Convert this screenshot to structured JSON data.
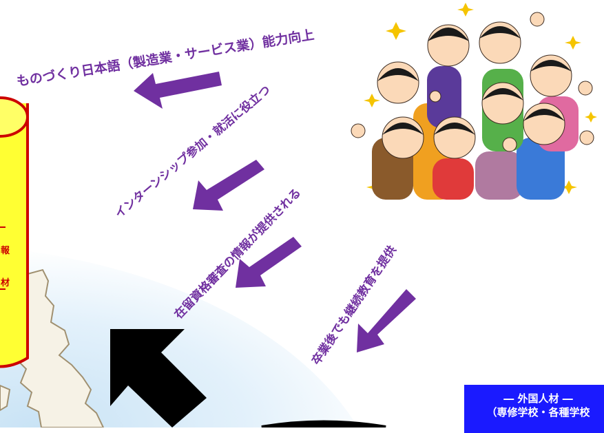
{
  "labels": {
    "skills": "ものづくり日本語（製造業・サービス業）能力向上",
    "internship": "インターンシップ参加・就活に役立つ",
    "visa_info": "在留資格審査の情報が提供される",
    "continuing": "卒業後でも継続教育を提供"
  },
  "cylinder": {
    "text_1": "報",
    "text_2": "材"
  },
  "box": {
    "line1": "― 外国人材 ―",
    "line2": "（専修学校・各種学校"
  },
  "colors": {
    "arrow": "#7030a0",
    "label_text": "#7030a0",
    "cylinder_fill": "#ffff33",
    "cylinder_border": "#cc0000",
    "box_fill": "#1a1aff",
    "map_sea": "#d6eaf8",
    "big_arrow": "#000000"
  },
  "icons": {
    "people": "cheering-group-illustration",
    "map": "japan-map-fragment",
    "big_arrow": "black-arrow-up-left"
  }
}
